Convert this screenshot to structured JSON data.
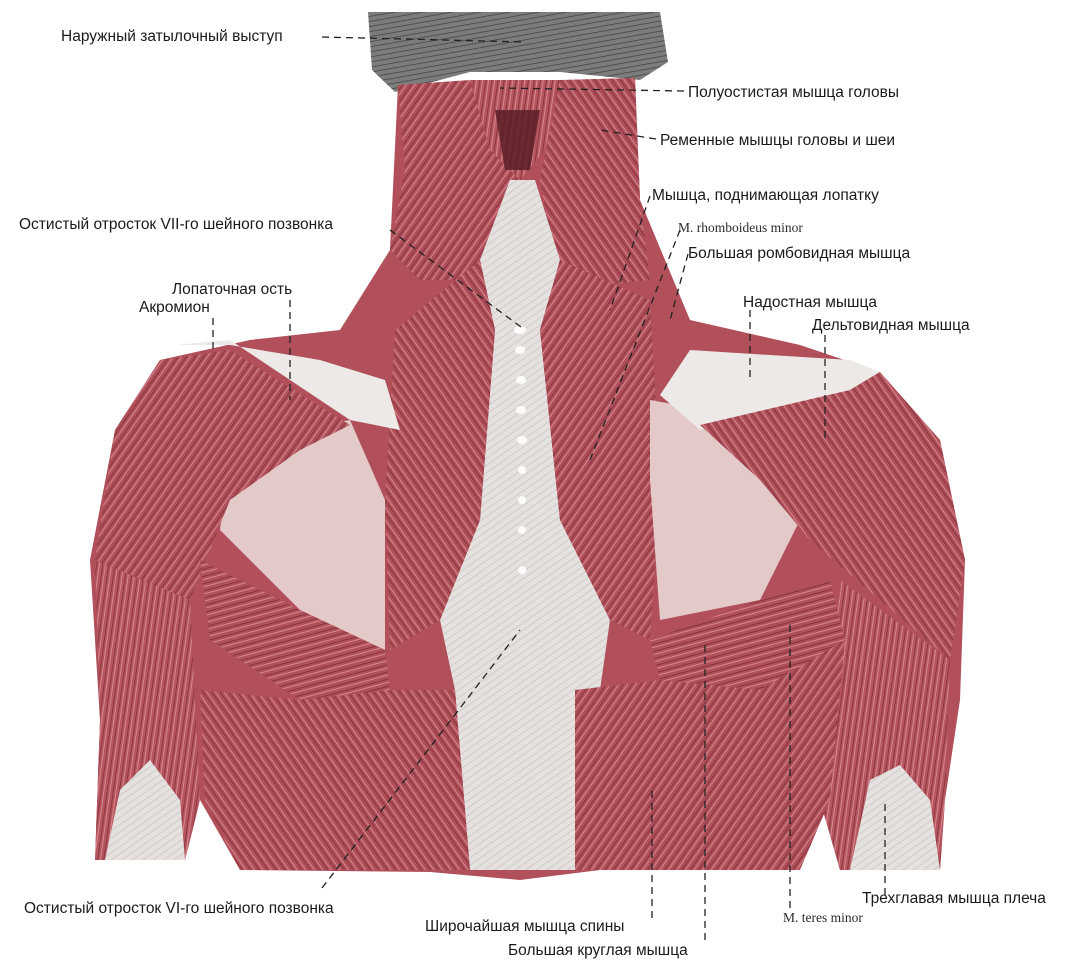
{
  "labels": {
    "occipital": "Наружный затылочный выступ",
    "semispinalis": "Полуостистая мышца головы",
    "splenius": "Ременные мышцы головы и шеи",
    "levator": "Мышца, поднимающая лопатку",
    "c7_spinous": "Остистый отросток VII-го шейного позвонка",
    "rhomb_minor": "M. rhomboideus minor",
    "rhomb_major": "Большая ромбовидная мышца",
    "scap_spine": "Лопаточная ость",
    "acromion": "Акромион",
    "supraspinatus": "Надостная мышца",
    "deltoid": "Дельтовидная мышца",
    "c6_spinous": "Остистый отросток VI-го шейного позвонка",
    "latissimus": "Широчайшая мышца спины",
    "teres_major": "Большая круглая мышца",
    "teres_minor": "M. teres minor",
    "triceps": "Трехглавая мышца плеча"
  },
  "colors": {
    "muscle": "#b5525c",
    "muscle_light": "#d98a8f",
    "muscle_dark": "#6e2a30",
    "tendon": "#e6e2e0",
    "hair": "#5a5a5a",
    "line": "#222222"
  }
}
